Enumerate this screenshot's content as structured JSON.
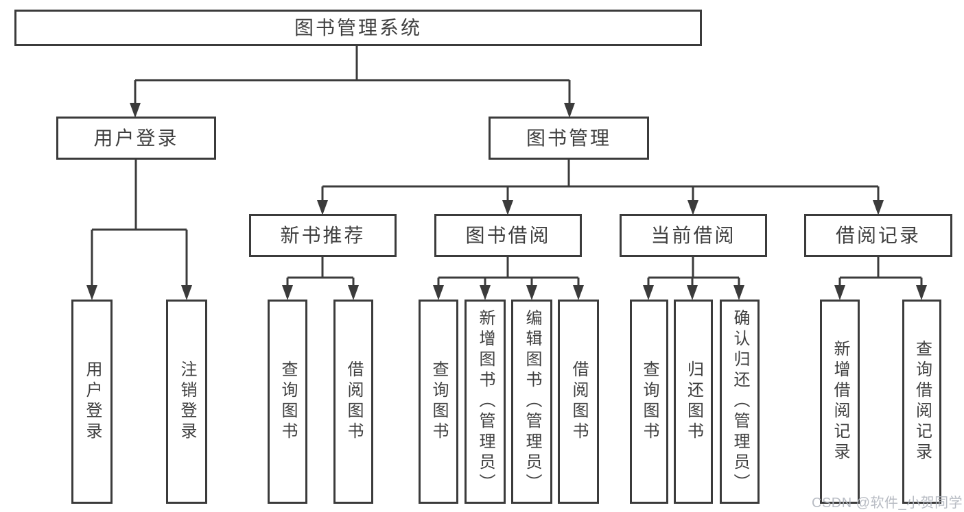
{
  "colors": {
    "line": "#3b3b3b",
    "box_border": "#3b3b3b",
    "text": "#3f3f3f",
    "watermark_text": "#b3b7bf",
    "background": "#ffffff"
  },
  "watermark": {
    "text": "CSDN @软件_小贺同学"
  },
  "tree": {
    "label": "图书管理系统",
    "children": [
      {
        "label": "用户登录",
        "children": [
          {
            "label": "用户登录"
          },
          {
            "label": "注销登录"
          }
        ]
      },
      {
        "label": "图书管理",
        "children": [
          {
            "label": "新书推荐",
            "children": [
              {
                "label": "查询图书"
              },
              {
                "label": "借阅图书"
              }
            ]
          },
          {
            "label": "图书借阅",
            "children": [
              {
                "label": "查询图书"
              },
              {
                "label": "新增图书（管理员）"
              },
              {
                "label": "编辑图书（管理员）"
              },
              {
                "label": "借阅图书"
              }
            ]
          },
          {
            "label": "当前借阅",
            "children": [
              {
                "label": "查询图书"
              },
              {
                "label": "归还图书"
              },
              {
                "label": "确认归还（管理员）"
              }
            ]
          },
          {
            "label": "借阅记录",
            "children": [
              {
                "label": "新增借阅记录"
              },
              {
                "label": "查询借阅记录"
              }
            ]
          }
        ]
      }
    ]
  }
}
